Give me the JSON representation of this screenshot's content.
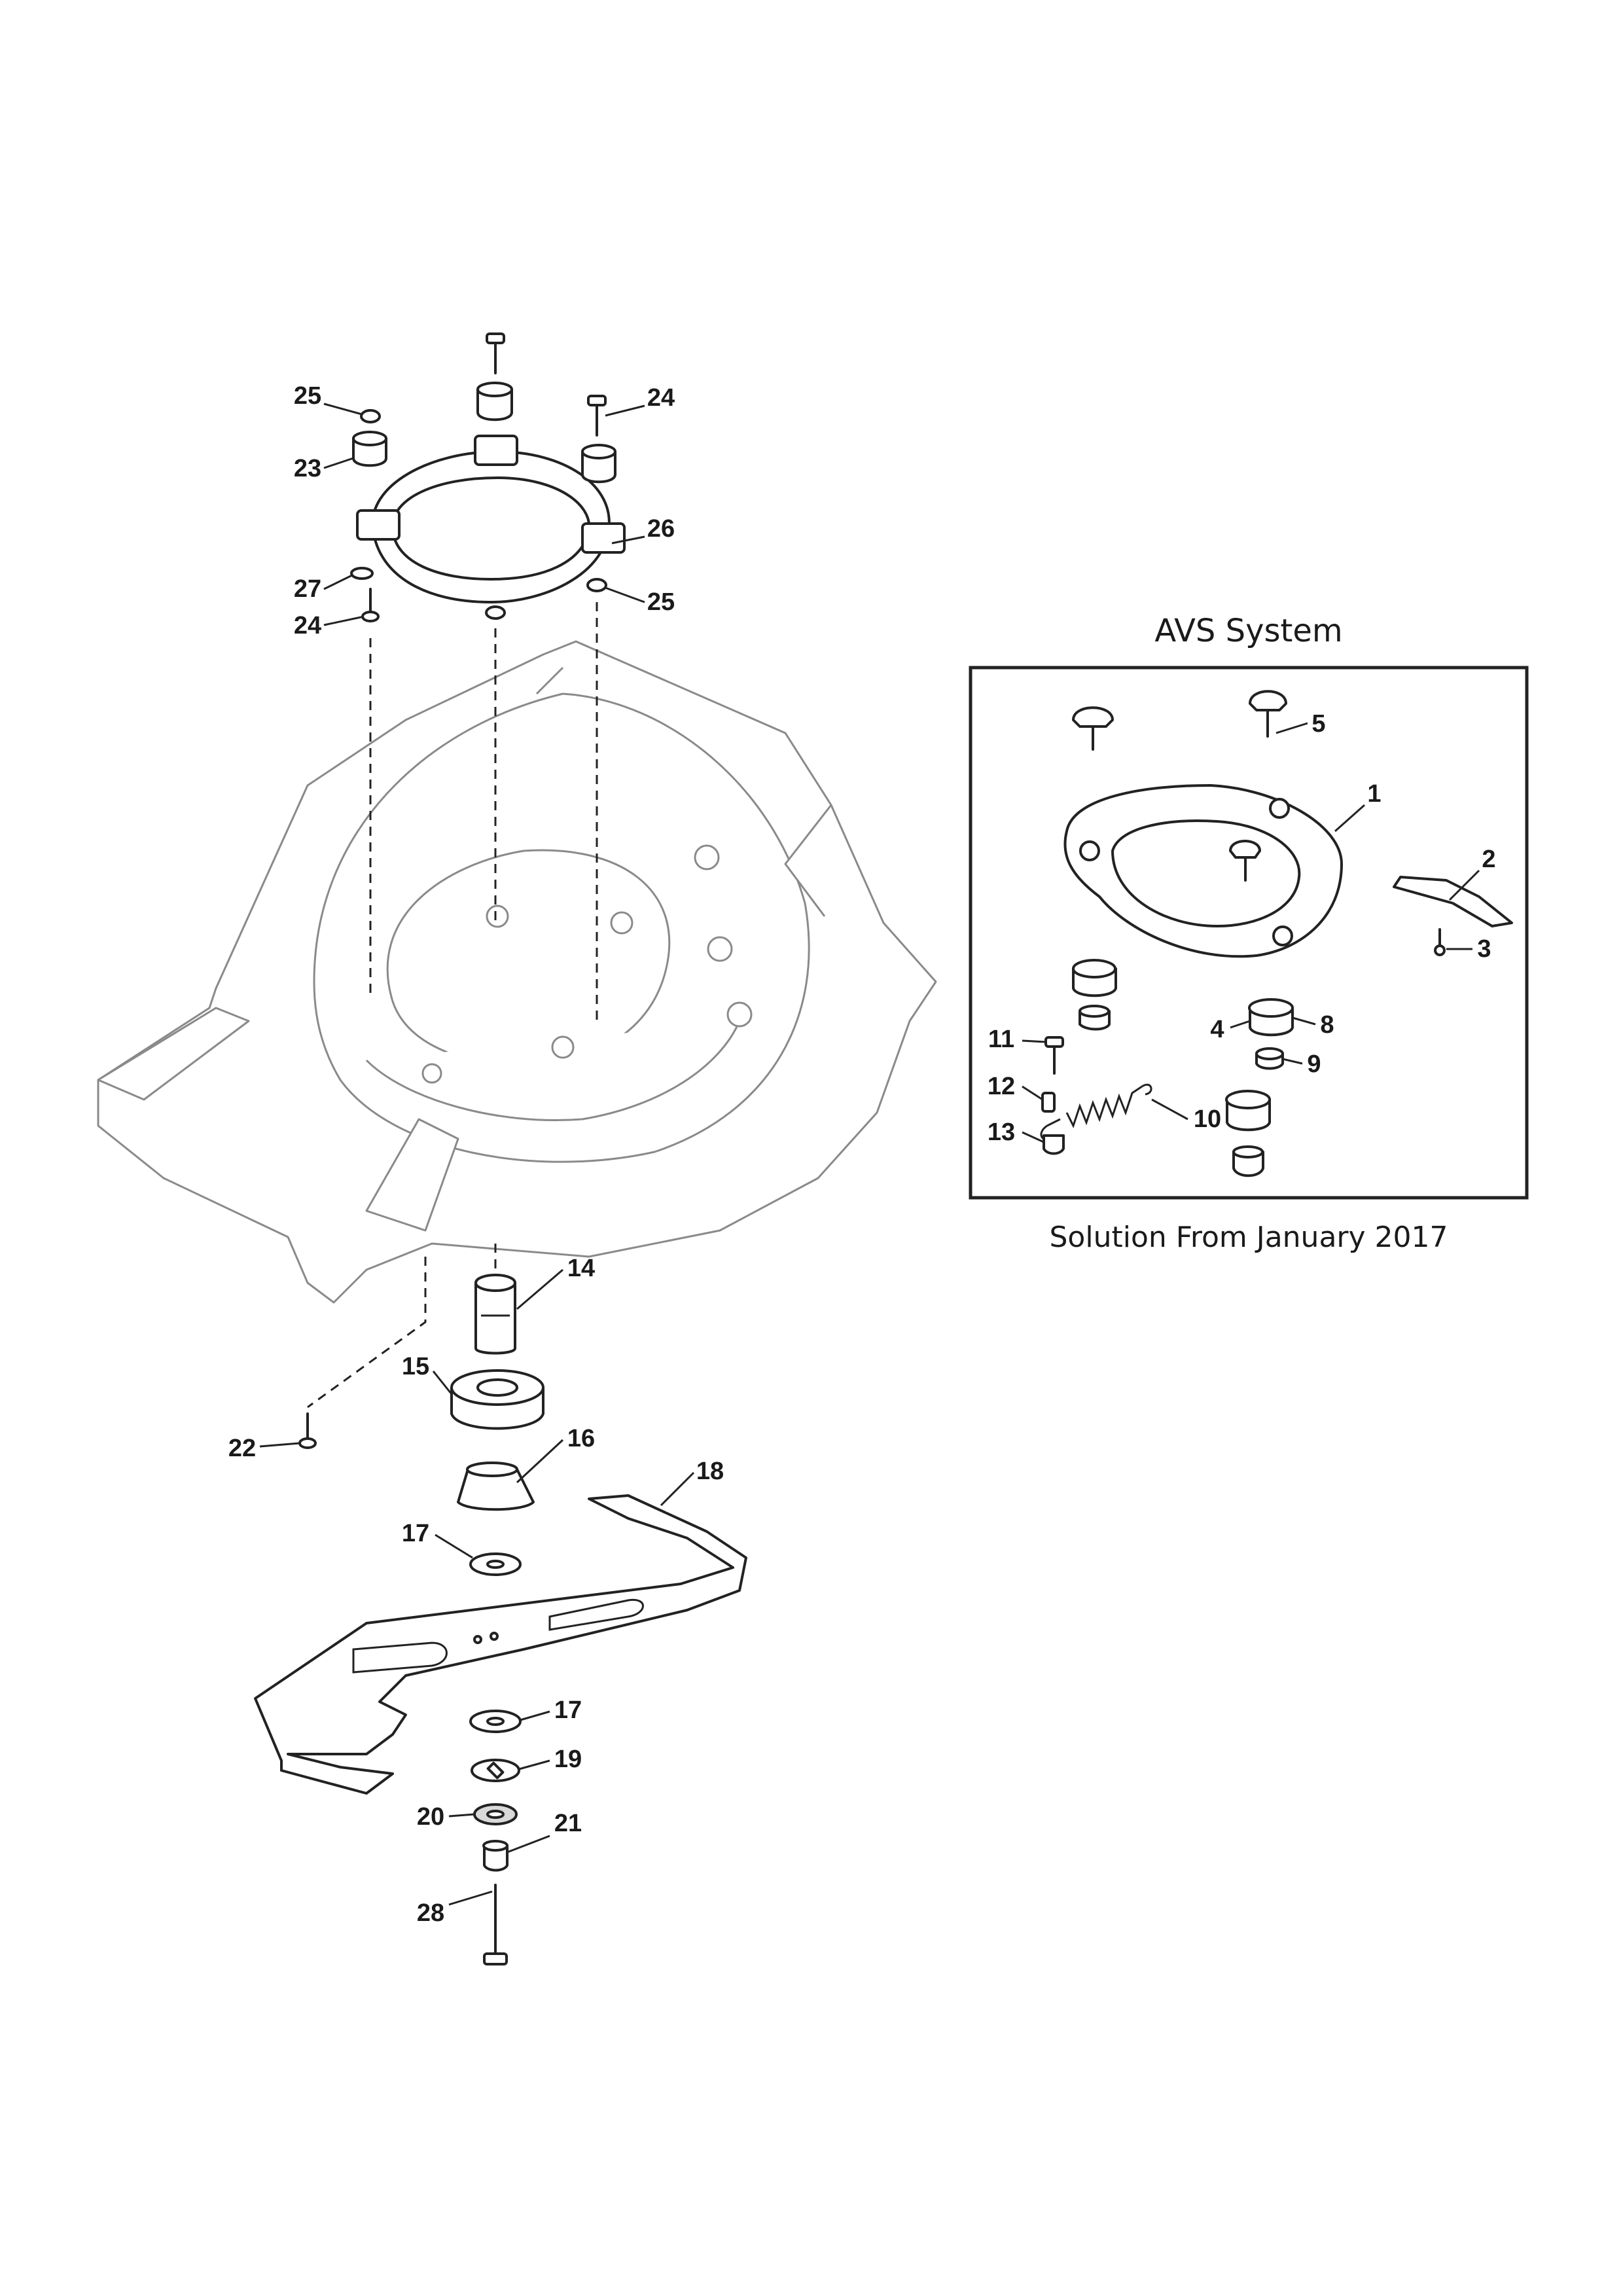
{
  "inset": {
    "title": "AVS System",
    "caption": "Solution From January 2017"
  },
  "callouts": {
    "c1": "1",
    "c2": "2",
    "c3": "3",
    "c4": "4",
    "c5": "5",
    "c8": "8",
    "c9": "9",
    "c10": "10",
    "c11": "11",
    "c12": "12",
    "c13": "13",
    "c14": "14",
    "c15": "15",
    "c16": "16",
    "c17a": "17",
    "c17b": "17",
    "c18": "18",
    "c19": "19",
    "c20": "20",
    "c21": "21",
    "c22": "22",
    "c23": "23",
    "c24a": "24",
    "c24b": "24",
    "c25a": "25",
    "c25b": "25",
    "c26": "26",
    "c27": "27",
    "c28": "28"
  }
}
